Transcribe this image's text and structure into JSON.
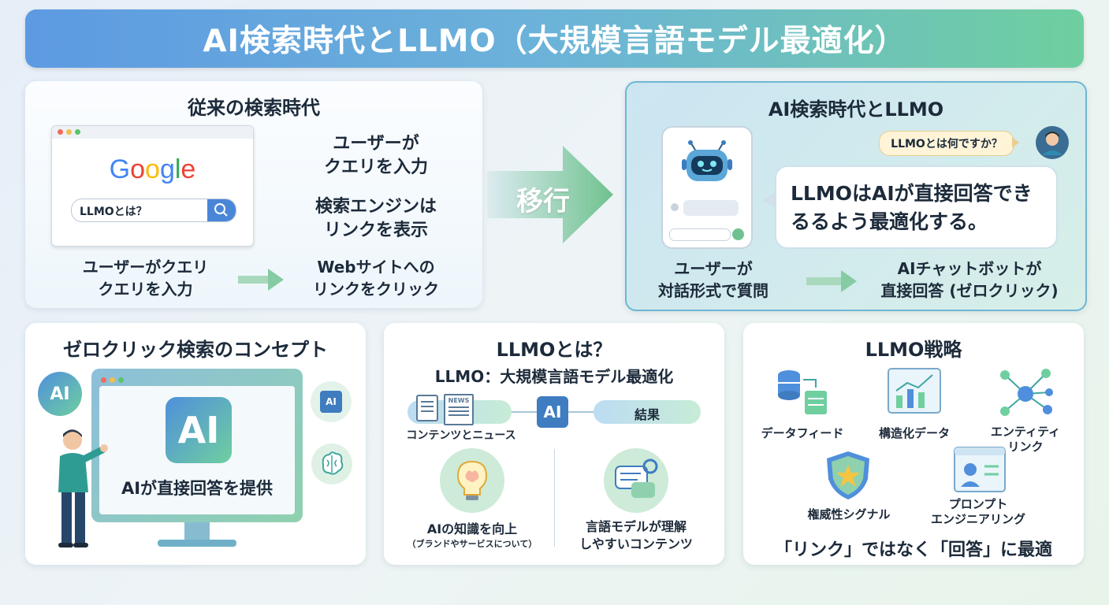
{
  "title": "AI検索時代とLLMO（大規模言語モデル最適化）",
  "traditional": {
    "heading": "従来の検索時代",
    "google_logo": "Google",
    "search_query": "LLMOとは？",
    "step1_bubble": [
      "ユーザーが",
      "クエリを入力"
    ],
    "step2_bubble": [
      "検索エンジンは",
      "リンクを表示"
    ],
    "caption_left": [
      "ユーザーがクエリ",
      "クエリを入力"
    ],
    "caption_right": [
      "Webサイトへの",
      "リンクをクリック"
    ]
  },
  "transition": {
    "label": "移行"
  },
  "ai_era": {
    "heading": "AI検索時代とLLMO",
    "question": "LLMOとは何ですか？",
    "answer": [
      "LLMOはAIが直接回答でき",
      "るるよう最適化する。"
    ],
    "caption_left": [
      "ユーザーが",
      "対話形式で質問"
    ],
    "caption_right": [
      "AIチャットボットが",
      "直接回答 (ゼロクリック)"
    ]
  },
  "zero_click": {
    "heading": "ゼロクリック検索のコンセプト",
    "ai_badge": "AI",
    "big_ai": "AI",
    "chip_label": "AI",
    "screen_text": "AIが直接回答を提供"
  },
  "llmo_what": {
    "heading": "LLMOとは？",
    "subheading": "LLMO：大規模言語モデル最適化",
    "news_tag": "NEWS",
    "content_label": "コンテンツとニュース",
    "chip_label": "AI",
    "result_label": "結果",
    "knowledge_label": "AIの知識を向上",
    "knowledge_sub": "（ブランドやサービスについて）",
    "content_label2": [
      "言語モデルが理解",
      "しやすいコンテンツ"
    ]
  },
  "strategy": {
    "heading": "LLMO戦略",
    "items": [
      "データフィード",
      "構造化データ",
      "エンティティ",
      "リンク",
      "権威性シグナル",
      "プロンプト",
      "エンジニアリング"
    ],
    "footer": "「リンク」ではなく「回答」に最適"
  },
  "colors": {
    "accent_blue": "#4f8fdc",
    "accent_green": "#6fcf9f",
    "teal": "#3fa7a0"
  }
}
